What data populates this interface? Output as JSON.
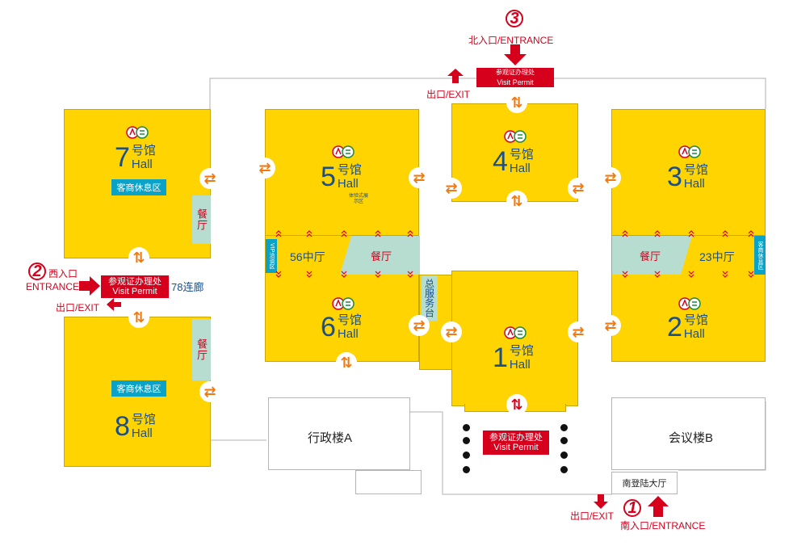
{
  "halls": {
    "h1": {
      "num": "1",
      "cn": "号馆",
      "en": "Hall"
    },
    "h2": {
      "num": "2",
      "cn": "号馆",
      "en": "Hall"
    },
    "h3": {
      "num": "3",
      "cn": "号馆",
      "en": "Hall"
    },
    "h4": {
      "num": "4",
      "cn": "号馆",
      "en": "Hall"
    },
    "h5": {
      "num": "5",
      "cn": "号馆",
      "en": "Hall"
    },
    "h6": {
      "num": "6",
      "cn": "号馆",
      "en": "Hall"
    },
    "h7": {
      "num": "7",
      "cn": "号馆",
      "en": "Hall"
    },
    "h8": {
      "num": "8",
      "cn": "号馆",
      "en": "Hall"
    }
  },
  "labels": {
    "lounge": "客商休息区",
    "restaurant": "餐厅",
    "hall56": "56中厅",
    "hall23": "23中厅",
    "vip_lounge": "VIP洽谈区",
    "lounge_vertical": "客商休息区",
    "corridor78": "78连廊",
    "service_desk": "总服务台",
    "experience_area": "体验式展示区",
    "admin_a": "行政楼A",
    "meeting_b": "会议楼B",
    "south_hall": "南登陆大厅"
  },
  "entrances": {
    "north": {
      "num": "3",
      "text": "北入口/ENTRANCE"
    },
    "west": {
      "num": "2",
      "text_cn": "西入口",
      "text_en": "ENTRANCE"
    },
    "south": {
      "num": "1",
      "text": "南入口/ENTRANCE"
    },
    "exit": "出口/EXIT"
  },
  "permit": {
    "cn": "参观证办理处",
    "en": "Visit Permit"
  },
  "icons": {
    "logo": "canton-fair-logo-icon",
    "swap_h": "two-way-horizontal-arrow-icon",
    "swap_v": "two-way-vertical-arrow-icon"
  },
  "colors": {
    "hall": "#FFD400",
    "accent": "#d6001c",
    "teal": "#0aa2c6",
    "arrow": "#f07a10",
    "text_blue": "#1b4f8a"
  }
}
